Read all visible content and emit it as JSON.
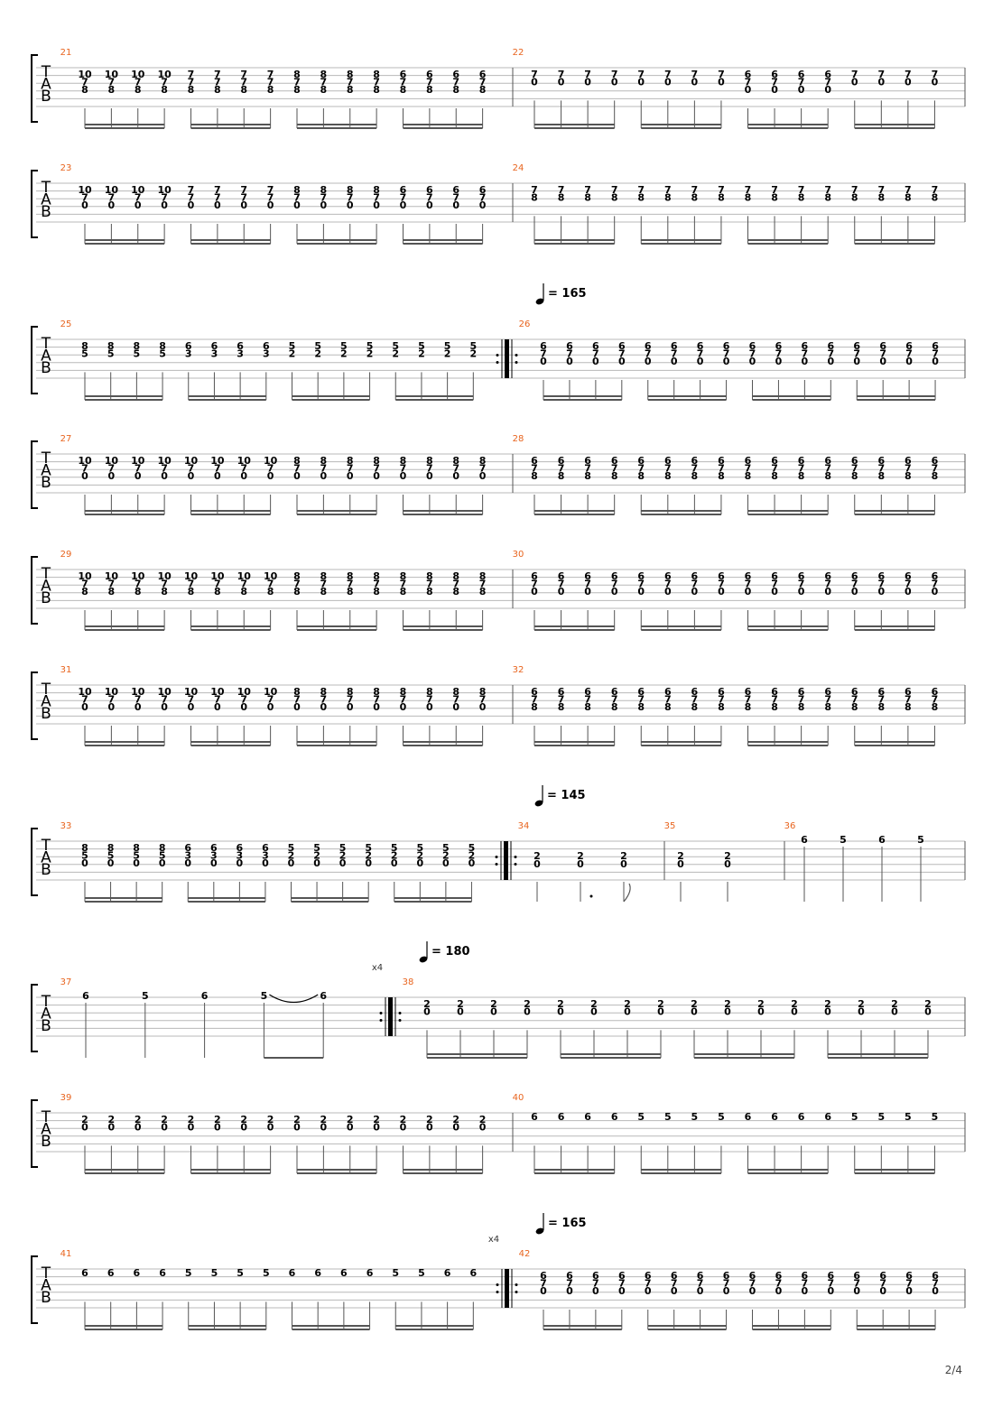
{
  "page": {
    "number": "2/4"
  },
  "tab_clef": [
    "T",
    "A",
    "B"
  ],
  "colors": {
    "measure_number": "#e8641e",
    "staff_line": "#b8b8b8",
    "ink": "#000000"
  },
  "systems": [
    {
      "measures": [
        {
          "number": "21",
          "pattern": "16th",
          "beats": [
            {
              "chord": [
                "10",
                "7",
                "8"
              ],
              "n": 4
            },
            {
              "chord": [
                "7",
                "7",
                "8"
              ],
              "n": 4
            },
            {
              "chord": [
                "8",
                "7",
                "8"
              ],
              "n": 4
            },
            {
              "chord": [
                "6",
                "7",
                "8"
              ],
              "n": 4
            }
          ]
        },
        {
          "number": "22",
          "pattern": "16th",
          "beats": [
            {
              "chord": [
                "7",
                "0"
              ],
              "n": 4
            },
            {
              "chord": [
                "7",
                "0"
              ],
              "n": 4
            },
            {
              "chord": [
                "6",
                "7",
                "0"
              ],
              "n": 4
            },
            {
              "chord": [
                "7",
                "0"
              ],
              "n": 4
            }
          ]
        }
      ]
    },
    {
      "measures": [
        {
          "number": "23",
          "pattern": "16th",
          "beats": [
            {
              "chord": [
                "10",
                "7",
                "0"
              ],
              "n": 4
            },
            {
              "chord": [
                "7",
                "7",
                "0"
              ],
              "n": 4
            },
            {
              "chord": [
                "8",
                "7",
                "0"
              ],
              "n": 4
            },
            {
              "chord": [
                "6",
                "7",
                "0"
              ],
              "n": 4
            }
          ]
        },
        {
          "number": "24",
          "pattern": "16th",
          "beats": [
            {
              "chord": [
                "7",
                "8"
              ],
              "n": 4
            },
            {
              "chord": [
                "7",
                "8"
              ],
              "n": 4
            },
            {
              "chord": [
                "7",
                "8"
              ],
              "n": 4
            },
            {
              "chord": [
                "7",
                "8"
              ],
              "n": 4
            }
          ]
        }
      ]
    },
    {
      "measures": [
        {
          "number": "25",
          "pattern": "16th",
          "beats": [
            {
              "chord": [
                "8",
                "5"
              ],
              "n": 4
            },
            {
              "chord": [
                "6",
                "3"
              ],
              "n": 4
            },
            {
              "chord": [
                "5",
                "2"
              ],
              "n": 4
            },
            {
              "chord": [
                "5",
                "2"
              ],
              "n": 4
            }
          ]
        },
        {
          "number": "26",
          "pattern": "16th",
          "repeat_start": true,
          "tempo": "= 165",
          "beats": [
            {
              "chord": [
                "6",
                "7",
                "0"
              ],
              "n": 4
            },
            {
              "chord": [
                "6",
                "7",
                "0"
              ],
              "n": 4
            },
            {
              "chord": [
                "6",
                "7",
                "0"
              ],
              "n": 4
            },
            {
              "chord": [
                "6",
                "7",
                "0"
              ],
              "n": 4
            }
          ]
        }
      ]
    },
    {
      "measures": [
        {
          "number": "27",
          "pattern": "16th",
          "beats": [
            {
              "chord": [
                "10",
                "7",
                "0"
              ],
              "n": 4
            },
            {
              "chord": [
                "10",
                "7",
                "0"
              ],
              "n": 4
            },
            {
              "chord": [
                "8",
                "7",
                "0"
              ],
              "n": 4
            },
            {
              "chord": [
                "8",
                "7",
                "0"
              ],
              "n": 4
            }
          ]
        },
        {
          "number": "28",
          "pattern": "16th",
          "beats": [
            {
              "chord": [
                "6",
                "7",
                "8"
              ],
              "n": 4
            },
            {
              "chord": [
                "6",
                "7",
                "8"
              ],
              "n": 4
            },
            {
              "chord": [
                "6",
                "7",
                "8"
              ],
              "n": 4
            },
            {
              "chord": [
                "6",
                "7",
                "8"
              ],
              "n": 4
            }
          ]
        }
      ]
    },
    {
      "measures": [
        {
          "number": "29",
          "pattern": "16th",
          "beats": [
            {
              "chord": [
                "10",
                "7",
                "8"
              ],
              "n": 4
            },
            {
              "chord": [
                "10",
                "7",
                "8"
              ],
              "n": 4
            },
            {
              "chord": [
                "8",
                "7",
                "8"
              ],
              "n": 4
            },
            {
              "chord": [
                "8",
                "7",
                "8"
              ],
              "n": 4
            }
          ]
        },
        {
          "number": "30",
          "pattern": "16th",
          "beats": [
            {
              "chord": [
                "6",
                "7",
                "0"
              ],
              "n": 4
            },
            {
              "chord": [
                "6",
                "7",
                "0"
              ],
              "n": 4
            },
            {
              "chord": [
                "6",
                "7",
                "0"
              ],
              "n": 4
            },
            {
              "chord": [
                "6",
                "7",
                "0"
              ],
              "n": 4
            }
          ]
        }
      ]
    },
    {
      "measures": [
        {
          "number": "31",
          "pattern": "16th",
          "beats": [
            {
              "chord": [
                "10",
                "7",
                "0"
              ],
              "n": 4
            },
            {
              "chord": [
                "10",
                "7",
                "0"
              ],
              "n": 4
            },
            {
              "chord": [
                "8",
                "7",
                "0"
              ],
              "n": 4
            },
            {
              "chord": [
                "8",
                "7",
                "0"
              ],
              "n": 4
            }
          ]
        },
        {
          "number": "32",
          "pattern": "16th",
          "beats": [
            {
              "chord": [
                "6",
                "7",
                "8"
              ],
              "n": 4
            },
            {
              "chord": [
                "6",
                "7",
                "8"
              ],
              "n": 4
            },
            {
              "chord": [
                "6",
                "7",
                "8"
              ],
              "n": 4
            },
            {
              "chord": [
                "6",
                "7",
                "8"
              ],
              "n": 4
            }
          ]
        }
      ]
    },
    {
      "measures": [
        {
          "number": "33",
          "pattern": "16th",
          "beats": [
            {
              "chord": [
                "8",
                "5",
                "0"
              ],
              "n": 4
            },
            {
              "chord": [
                "6",
                "3",
                "0"
              ],
              "n": 4
            },
            {
              "chord": [
                "5",
                "2",
                "0"
              ],
              "n": 4
            },
            {
              "chord": [
                "5",
                "2",
                "0"
              ],
              "n": 4
            }
          ]
        },
        {
          "number": "34",
          "pattern": "free",
          "repeat_start": true,
          "tempo": "= 145",
          "notes": [
            {
              "chord": [
                "2",
                "0"
              ],
              "dotted": false
            },
            {
              "chord": [
                "2",
                "0"
              ],
              "dotted": true
            },
            {
              "chord": [
                "2",
                "0"
              ],
              "flag": true
            }
          ]
        },
        {
          "number": "35",
          "pattern": "free",
          "notes": [
            {
              "chord": [
                "2",
                "0"
              ]
            },
            {
              "chord": [
                "2",
                "0"
              ]
            }
          ]
        },
        {
          "number": "36",
          "pattern": "single",
          "top": true,
          "notes": [
            "6",
            "5",
            "6",
            "5"
          ]
        }
      ]
    },
    {
      "measures": [
        {
          "number": "37",
          "pattern": "single",
          "top": true,
          "notes": [
            "6",
            "5",
            "6",
            "5",
            "6"
          ],
          "tie": [
            3,
            4
          ]
        },
        {
          "number": "38",
          "pattern": "16th",
          "repeat_start": true,
          "repeat_count": "x4",
          "tempo": "= 180",
          "beats": [
            {
              "chord": [
                "2",
                "0"
              ],
              "n": 4
            },
            {
              "chord": [
                "2",
                "0"
              ],
              "n": 4
            },
            {
              "chord": [
                "2",
                "0"
              ],
              "n": 4
            },
            {
              "chord": [
                "2",
                "0"
              ],
              "n": 4
            }
          ]
        }
      ]
    },
    {
      "measures": [
        {
          "number": "39",
          "pattern": "16th",
          "beats": [
            {
              "chord": [
                "2",
                "0"
              ],
              "n": 4
            },
            {
              "chord": [
                "2",
                "0"
              ],
              "n": 4
            },
            {
              "chord": [
                "2",
                "0"
              ],
              "n": 4
            },
            {
              "chord": [
                "2",
                "0"
              ],
              "n": 4
            }
          ]
        },
        {
          "number": "40",
          "pattern": "16th",
          "top": true,
          "beats": [
            {
              "chord": [
                "6"
              ],
              "n": 4
            },
            {
              "chord": [
                "5"
              ],
              "n": 4
            },
            {
              "chord": [
                "6"
              ],
              "n": 4
            },
            {
              "chord": [
                "5"
              ],
              "n": 4
            }
          ]
        }
      ]
    },
    {
      "measures": [
        {
          "number": "41",
          "pattern": "16th",
          "top": true,
          "beats": [
            {
              "chord": [
                "6"
              ],
              "n": 4
            },
            {
              "chord": [
                "5"
              ],
              "n": 4
            },
            {
              "chord": [
                "6"
              ],
              "n": 4
            },
            {
              "chords": [
                [
                  "5"
                ],
                [
                  "5"
                ],
                [
                  "6"
                ],
                [
                  "6"
                ]
              ],
              "n": 4
            }
          ]
        },
        {
          "number": "42",
          "pattern": "16th",
          "repeat_start": true,
          "repeat_count": "x4",
          "tempo": "= 165",
          "beats": [
            {
              "chord": [
                "6",
                "7",
                "0"
              ],
              "n": 4
            },
            {
              "chord": [
                "6",
                "7",
                "0"
              ],
              "n": 4
            },
            {
              "chord": [
                "6",
                "7",
                "0"
              ],
              "n": 4
            },
            {
              "chord": [
                "6",
                "7",
                "0"
              ],
              "n": 4
            }
          ]
        }
      ]
    }
  ]
}
